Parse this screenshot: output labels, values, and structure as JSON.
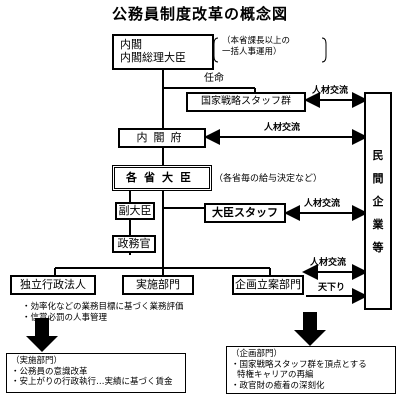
{
  "title": "公務員制度改革の概念図",
  "nodes": {
    "cabinet": "内閣",
    "prime_minister": "内閣総理大臣",
    "strategy_staff": "国家戦略スタッフ群",
    "cabinet_office": "内閣府",
    "ministers": "各省大臣",
    "vice_minister": "副大臣",
    "minister_staff": "大臣スタッフ",
    "political_officer": "政務官",
    "independent_agency": "独立行政法人",
    "implementation_division": "実施部門",
    "planning_division": "企画立案部門",
    "private_1": "民",
    "private_2": "間",
    "private_3": "企",
    "private_4": "業",
    "private_5": "等"
  },
  "labels": {
    "appointment": "任命",
    "exchange": "人材交流",
    "amakudari": "天下り"
  },
  "notes": {
    "appointment_1": "（本省課長以上の",
    "appointment_2": "一括人事運用）",
    "ministers": "（各省毎の給与決定など）",
    "evaluation_1": "・効率化などの業務目標に基づく業務評価",
    "evaluation_2": "・信賞必罰の人事管理"
  },
  "results": {
    "implementation": {
      "heading": "（実施部門）",
      "item_1": "・公務員の意識改革",
      "item_2": "・安上がりの行政執行…実績に基づく賃金"
    },
    "planning": {
      "heading": "（企画部門）",
      "item_1": "・国家戦略スタッフ群を頂点とする",
      "item_1b": "特権キャリアの再編",
      "item_2": "・政官財の癒着の深刻化"
    }
  }
}
